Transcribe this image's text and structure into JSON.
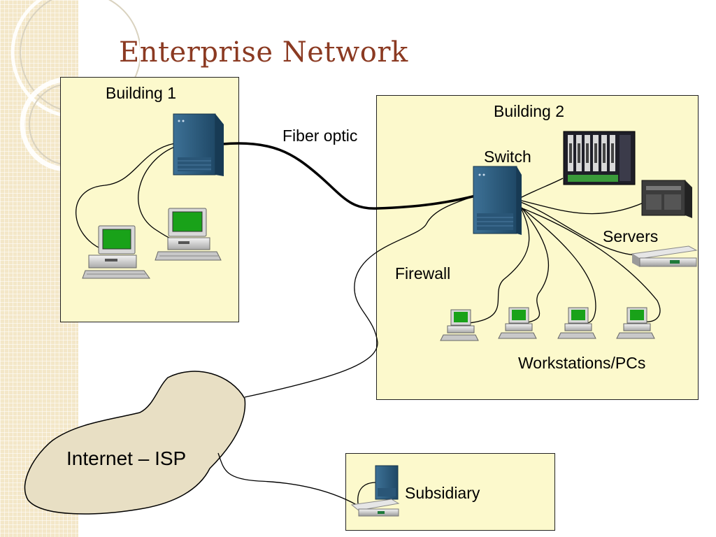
{
  "title": "Enterprise Network",
  "labels": {
    "building1": "Building 1",
    "building2": "Building 2",
    "fiber_optic": "Fiber optic",
    "switch": "Switch",
    "servers": "Servers",
    "firewall": "Firewall",
    "workstations": "Workstations/PCs",
    "internet": "Internet – ISP",
    "subsidiary": "Subsidiary"
  },
  "colors": {
    "title": "#8b3a22",
    "box_fill": "#fcf9cc",
    "cloud_fill": "#e8dfc4",
    "switch_blue": "#2f5f82",
    "screen_green": "#18a818"
  }
}
